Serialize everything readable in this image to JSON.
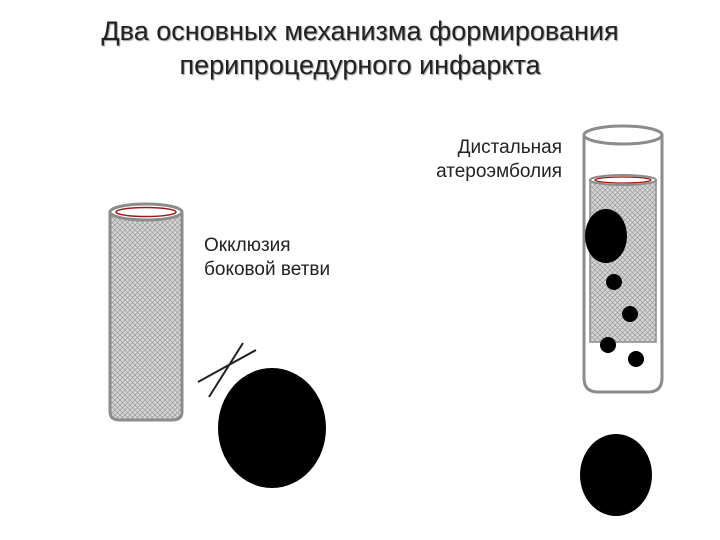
{
  "title": {
    "line1": "Два основных механизма формирования",
    "line2": "перипроцедурного инфаркта"
  },
  "labels": {
    "distal_line1": "Дистальная",
    "distal_line2": "атероэмболия",
    "occlusion_line1": "Окклюзия",
    "occlusion_line2": "боковой ветви"
  },
  "colors": {
    "plaque": "#000000",
    "vessel_outline": "#8c8c8c",
    "stent_fill": "#cfcfcf"
  }
}
